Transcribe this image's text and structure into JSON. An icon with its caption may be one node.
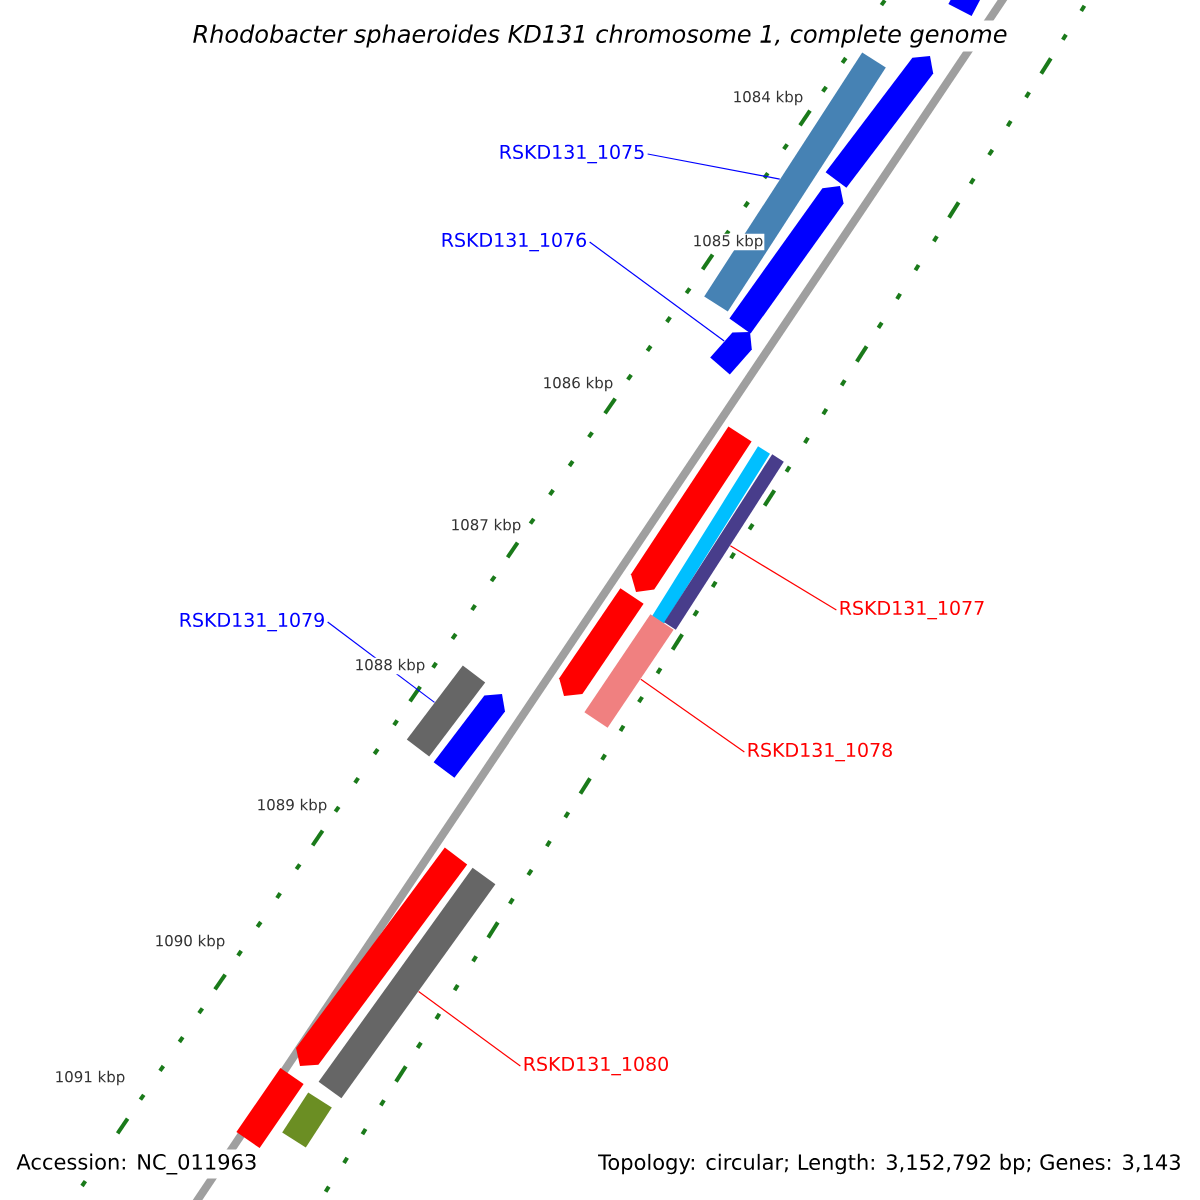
{
  "diagram": {
    "title": "Rhodobacter sphaeroides KD131 chromosome 1, complete genome",
    "nodes": [
      {
        "text": [],
        "shape": "bar"
      },
      {
        "text": [],
        "shape": "bar"
      },
      {
        "text": [],
        "shape": "bar"
      },
      {
        "text": [
          "RSKD131_1075"
        ]
      },
      {
        "text": [],
        "shape": "bar"
      },
      {
        "text": [
          "RSKD131_1076"
        ]
      },
      {
        "text": [],
        "shape": "bar"
      },
      {
        "text": [],
        "shape": "bar"
      },
      {
        "text": [],
        "shape": "bar"
      },
      {
        "text": [],
        "shape": "bar"
      },
      {
        "text": [],
        "shape": "bar"
      },
      {
        "text": [
          "RSKD131_1077"
        ]
      },
      {
        "text": [],
        "shape": "bar"
      },
      {
        "text": [
          "RSKD131_1079"
        ]
      },
      {
        "text": [],
        "shape": "bar"
      },
      {
        "text": [],
        "shape": "bar"
      },
      {
        "text": [
          "RSKD131_1078"
        ]
      },
      {
        "text": [],
        "shape": "bar"
      },
      {
        "text": [],
        "shape": "bar"
      },
      {
        "text": [
          "RSKD131_1080"
        ]
      },
      {
        "text": [],
        "shape": "bar"
      },
      {
        "text": [],
        "shape": "bar"
      }
    ],
    "edges": [
      {
        "from": 3,
        "to": 1,
        "arrow": "none"
      },
      {
        "from": 5,
        "to": 6,
        "arrow": "none"
      },
      {
        "from": 11,
        "to": 9,
        "arrow": "none",
        "color": "#ff0000"
      },
      {
        "from": 13,
        "to": 14,
        "arrow": "none"
      },
      {
        "from": 16,
        "to": 12,
        "arrow": "none",
        "color": "#ff0000"
      },
      {
        "from": 19,
        "to": 18,
        "arrow": "none",
        "color": "#ff0000"
      }
    ],
    "labels": [
      "1084 kbp",
      "1085 kbp",
      "1086 kbp",
      "1087 kbp",
      "1088 kbp",
      "1089 kbp",
      "1090 kbp",
      "1091 kbp",
      "Accession: NC_011963",
      "Topology: circular; Length: 3,152,792 bp; Genes: 3,143"
    ]
  }
}
